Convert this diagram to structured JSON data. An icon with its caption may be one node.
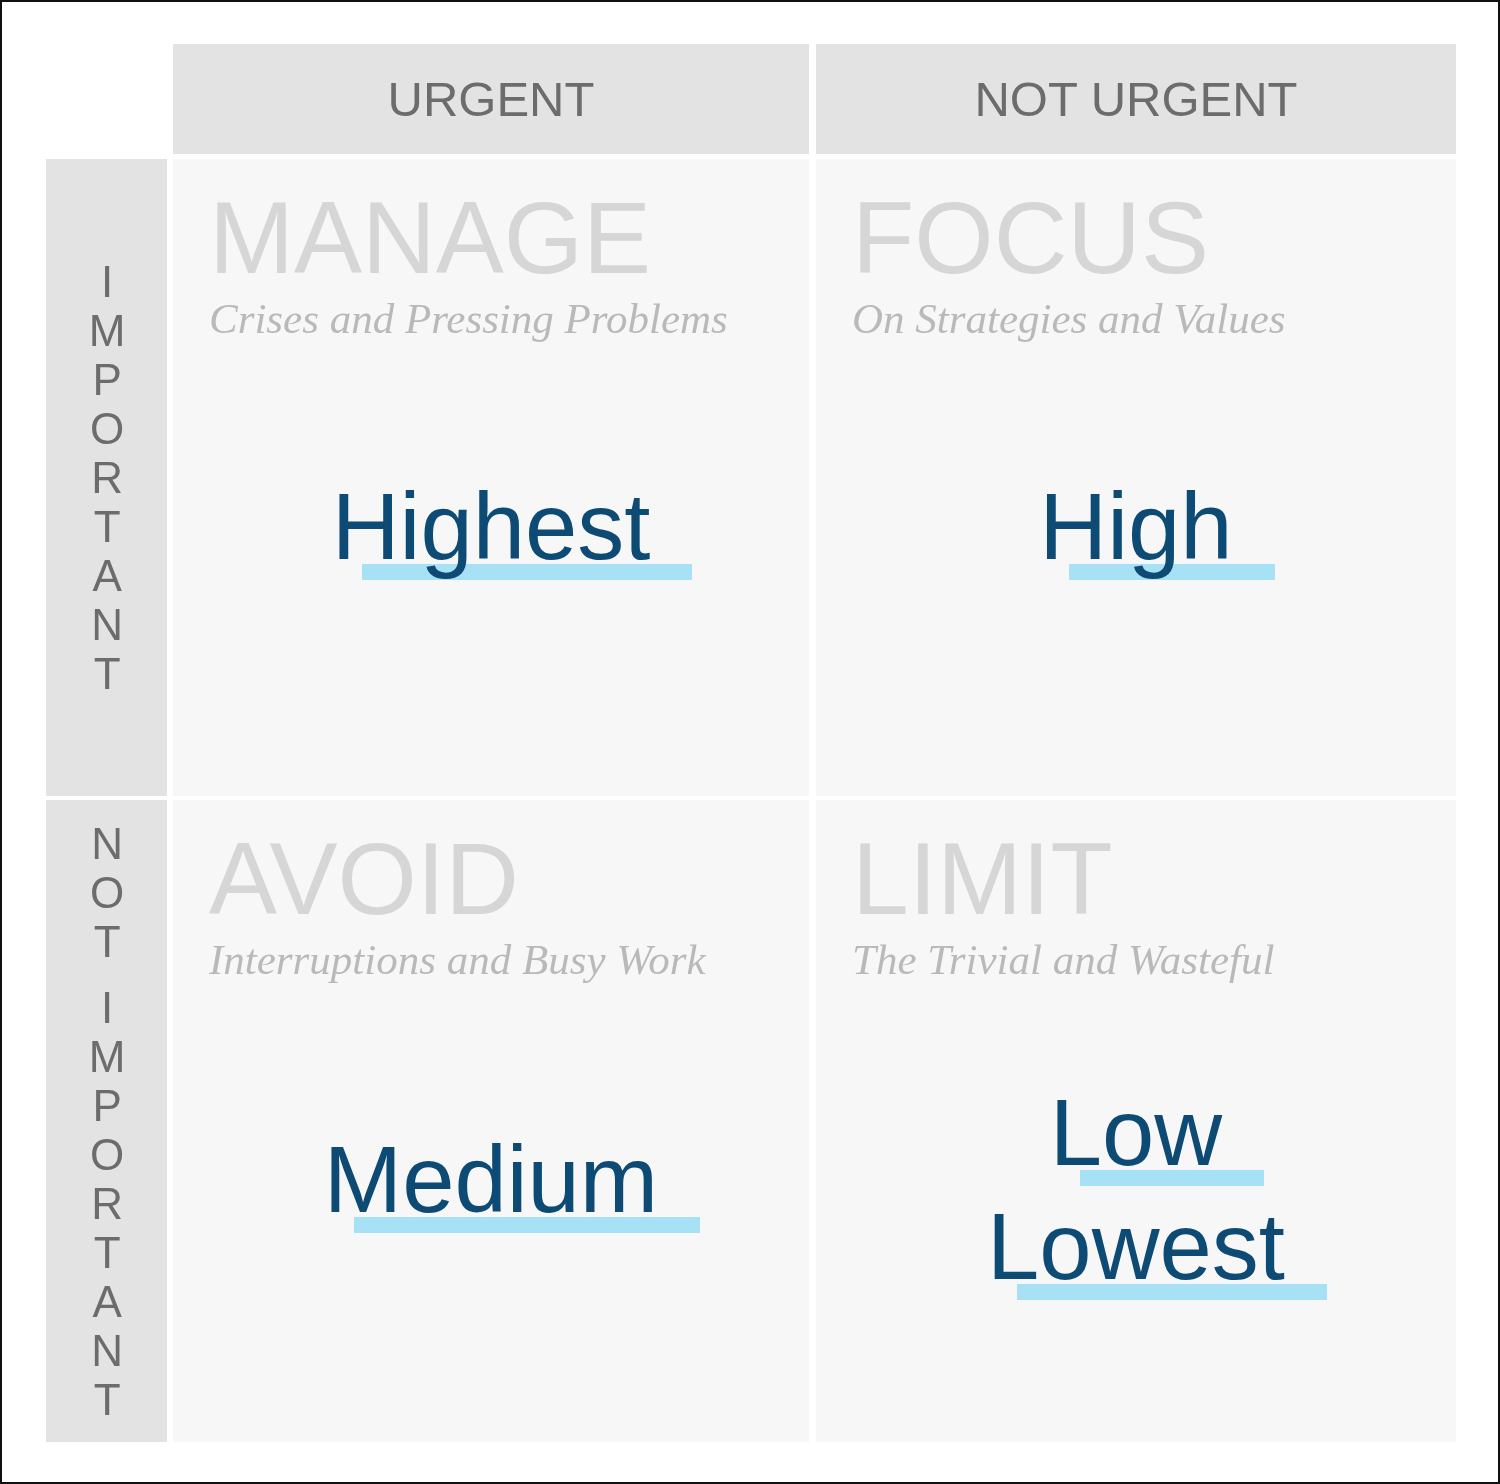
{
  "diagram": {
    "nodes": [
      {
        "text": [
          "URGENT"
        ]
      },
      {
        "text": [
          "NOT URGENT"
        ]
      },
      {
        "text": [
          "IMPORTANT"
        ]
      },
      {
        "text": [
          "MANAGE",
          "Crises and Pressing Problems",
          "Highest"
        ]
      },
      {
        "text": [
          "FOCUS",
          "On Strategies and Values",
          "High"
        ]
      },
      {
        "text": [
          "NOT IMPORTANT"
        ]
      },
      {
        "text": [
          "AVOID",
          "Interruptions and Busy Work",
          "Medium"
        ]
      },
      {
        "text": [
          "LIMIT",
          "The Trivial and Wasteful",
          "Low",
          "Lowest"
        ]
      }
    ]
  }
}
